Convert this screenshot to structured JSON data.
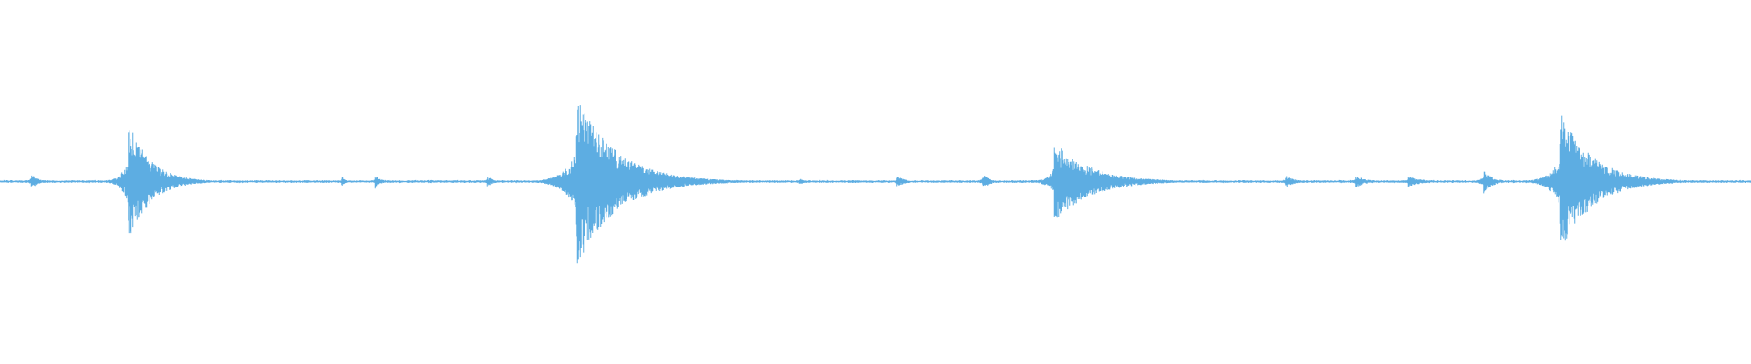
{
  "waveform": {
    "color": "#5dade2",
    "background": "#ffffff",
    "duration": 1,
    "baseline_amplitude": 0.012,
    "transients": [
      {
        "t": 0.0175,
        "peak": 0.09,
        "decay": 0.004,
        "lead": 0.003
      },
      {
        "t": 0.073,
        "peak": 0.7,
        "decay": 0.012,
        "lead": 0.004
      },
      {
        "t": 0.195,
        "peak": 0.06,
        "decay": 0.002,
        "lead": 0.001
      },
      {
        "t": 0.214,
        "peak": 0.08,
        "decay": 0.003,
        "lead": 0.002
      },
      {
        "t": 0.278,
        "peak": 0.06,
        "decay": 0.004,
        "lead": 0.003
      },
      {
        "t": 0.329,
        "peak": 0.95,
        "decay": 0.022,
        "lead": 0.007
      },
      {
        "t": 0.456,
        "peak": 0.04,
        "decay": 0.003,
        "lead": 0.002
      },
      {
        "t": 0.512,
        "peak": 0.07,
        "decay": 0.004,
        "lead": 0.002
      },
      {
        "t": 0.561,
        "peak": 0.09,
        "decay": 0.004,
        "lead": 0.003
      },
      {
        "t": 0.602,
        "peak": 0.45,
        "decay": 0.02,
        "lead": 0.004
      },
      {
        "t": 0.734,
        "peak": 0.07,
        "decay": 0.005,
        "lead": 0.003
      },
      {
        "t": 0.774,
        "peak": 0.07,
        "decay": 0.006,
        "lead": 0.003
      },
      {
        "t": 0.804,
        "peak": 0.06,
        "decay": 0.008,
        "lead": 0.004
      },
      {
        "t": 0.847,
        "peak": 0.14,
        "decay": 0.005,
        "lead": 0.003
      },
      {
        "t": 0.891,
        "peak": 0.78,
        "decay": 0.018,
        "lead": 0.006
      }
    ]
  }
}
